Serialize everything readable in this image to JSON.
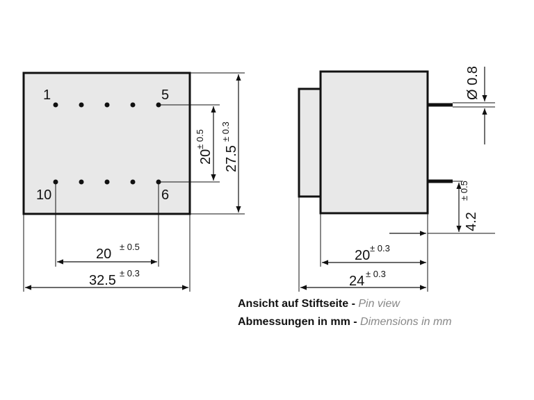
{
  "pins": {
    "top_left": "1",
    "top_right": "5",
    "bottom_left": "10",
    "bottom_right": "6"
  },
  "dimensions": {
    "pin_pitch_v": {
      "value": "20",
      "tol": "± 0.5"
    },
    "height": {
      "value": "27.5",
      "tol": "± 0.3"
    },
    "pin_span_h": {
      "value": "20",
      "tol": "± 0.5"
    },
    "width": {
      "value": "32.5",
      "tol": "± 0.3"
    },
    "pin_diameter": {
      "value": "Ø 0.8"
    },
    "pin_length": {
      "value": "4.2",
      "tol": "± 0.5"
    },
    "side_body": {
      "value": "20",
      "tol": "± 0.3"
    },
    "side_total": {
      "value": "24",
      "tol": "± 0.3"
    }
  },
  "caption": {
    "line1_de": "Ansicht auf Stiftseite",
    "line1_en": "Pin view",
    "line2_de": "Abmessungen in mm",
    "line2_en": "Dimensions in mm",
    "separator": " - "
  }
}
